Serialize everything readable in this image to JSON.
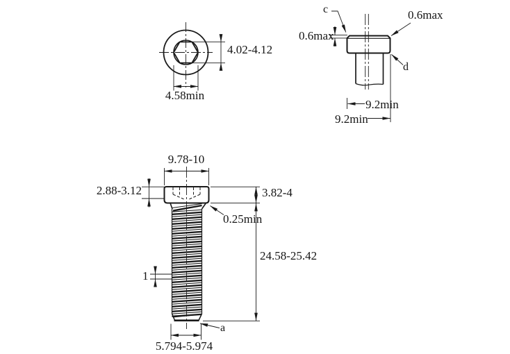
{
  "colors": {
    "line": "#1a1a1a",
    "background": "#ffffff"
  },
  "top_view": {
    "socket_size": "4.02-4.12",
    "socket_width": "4.58min"
  },
  "head_view": {
    "label_c": "c",
    "chamfer_left": "0.6max",
    "chamfer_right": "0.6max",
    "label_d": "d",
    "width_upper": "9.2min",
    "width_lower": "9.2min"
  },
  "front_view": {
    "head_diameter": "9.78-10",
    "socket_depth": "2.88-3.12",
    "head_height": "3.82-4",
    "fillet": "0.25min",
    "length": "24.58-25.42",
    "thread_pitch": "1",
    "label_a": "a",
    "thread_diameter": "5.794-5.974"
  }
}
